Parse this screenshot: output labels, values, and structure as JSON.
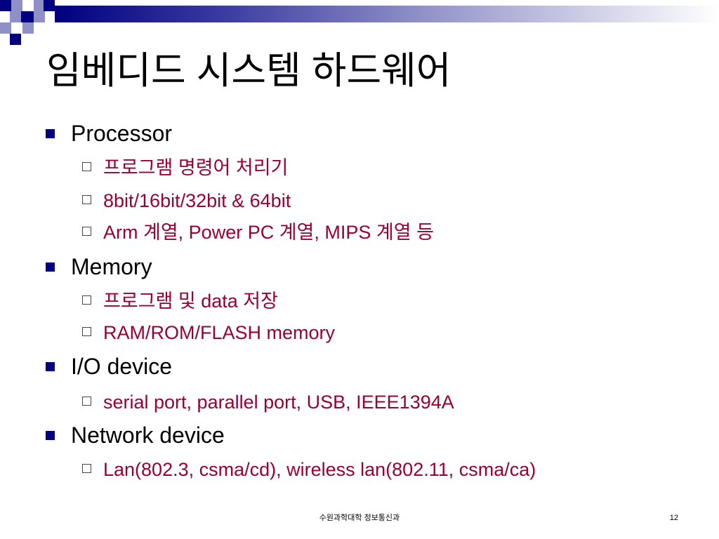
{
  "slide": {
    "title": "임베디드 시스템 하드웨어",
    "items": [
      {
        "label": "Processor",
        "subitems": [
          "프로그램 명령어 처리기",
          "8bit/16bit/32bit & 64bit",
          "Arm 계열, Power PC 계열, MIPS 계열 등"
        ]
      },
      {
        "label": "Memory",
        "subitems": [
          "프로그램 및 data 저장",
          "RAM/ROM/FLASH memory"
        ]
      },
      {
        "label": "I/O device",
        "subitems": [
          "serial port, parallel port, USB, IEEE1394A"
        ]
      },
      {
        "label": "Network device",
        "subitems": [
          "Lan(802.3, csma/cd), wireless lan(802.11, csma/ca)"
        ]
      }
    ]
  },
  "footer": {
    "center_text": "수원과학대학 정보통신과",
    "page_number": "12"
  },
  "colors": {
    "accent": "#000080",
    "secondary": "#9090c8",
    "subitem_text": "#990033"
  }
}
